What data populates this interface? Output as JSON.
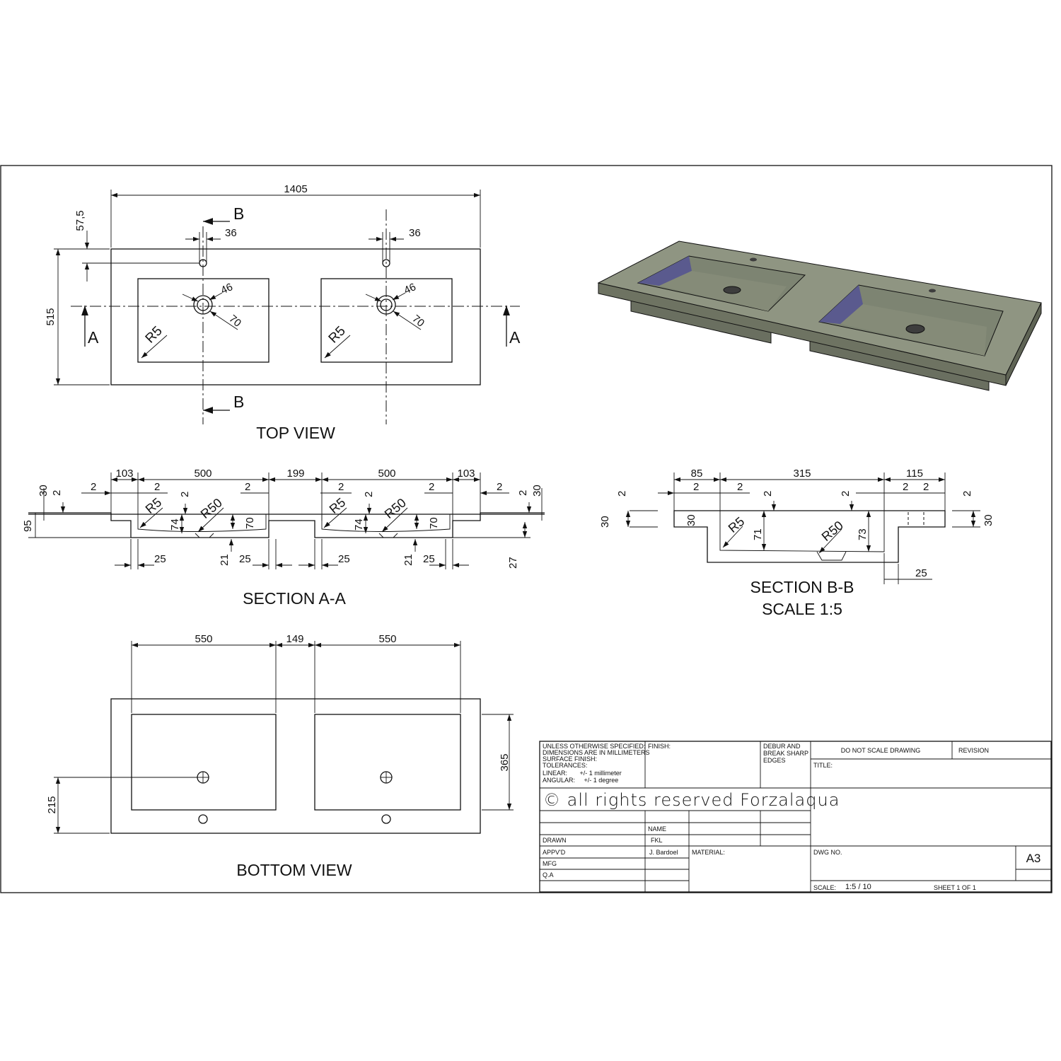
{
  "top_view": {
    "label": "TOP VIEW",
    "dims": {
      "overall_length": "1405",
      "overall_width": "515",
      "tap_hole_offset": "57,5",
      "tap_hole_left": "36",
      "tap_hole_right": "36",
      "drain_outer_left": "46",
      "drain_inner_left": "70",
      "drain_outer_right": "46",
      "drain_inner_right": "70",
      "radius_left": "R5",
      "radius_right": "R5"
    },
    "section_marks": {
      "a_left": "A",
      "a_right": "A",
      "b_top": "B",
      "b_bottom": "B"
    }
  },
  "section_aa": {
    "label": "SECTION A-A",
    "dims": {
      "edge_left": "103",
      "basin_left": "500",
      "gap": "199",
      "basin_right": "500",
      "edge_right": "103",
      "t2_a": "2",
      "t2_b": "2",
      "t2_c": "2",
      "t2_d": "2",
      "t2_e": "2",
      "t2_f": "2",
      "t2_g": "2",
      "t2_h": "2",
      "t2_i": "2",
      "t2_j": "2",
      "thick_left": "30",
      "thick_right": "30",
      "total_height": "95",
      "r5_left": "R5",
      "r50_left": "R50",
      "r5_right": "R5",
      "r50_right": "R50",
      "d74_left": "74",
      "d70_left": "70",
      "d74_right": "74",
      "d70_right": "70",
      "w25_a": "25",
      "w21_a": "21",
      "w25_b": "25",
      "w25_c": "25",
      "w21_b": "21",
      "w25_d": "25",
      "d27": "27"
    }
  },
  "section_bb": {
    "label": "SECTION B-B",
    "scale": "SCALE 1:5",
    "dims": {
      "front": "85",
      "basin": "315",
      "back": "115",
      "t2_a": "2",
      "t2_b": "2",
      "t2_c": "2",
      "t2_d": "2",
      "t2_e": "2",
      "t2_f": "2",
      "t2_g": "2",
      "t2_h": "2",
      "h30_left": "30",
      "h30_inner": "30",
      "h30_right": "30",
      "r5": "R5",
      "d71": "71",
      "r50": "R50",
      "d73": "73",
      "w25": "25"
    }
  },
  "bottom_view": {
    "label": "BOTTOM VIEW",
    "dims": {
      "box_left": "550",
      "gap": "149",
      "box_right": "550",
      "depth": "365",
      "drain_offset": "215"
    }
  },
  "title_block": {
    "notes": [
      "UNLESS OTHERWISE SPECIFIED:",
      "DIMENSIONS ARE IN MILLIMETERS",
      "SURFACE FINISH:",
      "TOLERANCES:",
      "LINEAR:       +/- 1 millimeter",
      "ANGULAR:     +/- 1 degree"
    ],
    "finish_label": "FINISH:",
    "debur": [
      "DEBUR AND",
      "BREAK SHARP",
      "EDGES"
    ],
    "do_not_scale": "DO NOT SCALE DRAWING",
    "revision_label": "REVISION",
    "title_label": "TITLE:",
    "copyright": "© all rights reserved Forzalaqua",
    "name_label": "NAME",
    "drawn_label": "DRAWN",
    "drawn_name": "FKL",
    "approved_label": "APPV'D",
    "approved_name": "J. Bardoel",
    "mfg_label": "MFG",
    "qa_label": "Q.A",
    "material_label": "MATERIAL:",
    "dwg_label": "DWG NO.",
    "size": "A3",
    "scale_label": "SCALE:",
    "scale_value": "1:5 / 10",
    "sheet": "SHEET 1 OF 1"
  },
  "colors": {
    "basin_top": "#8f9582",
    "basin_inner": "#7d8472",
    "basin_shadow": "#56568a",
    "basin_side": "#6e7362"
  }
}
